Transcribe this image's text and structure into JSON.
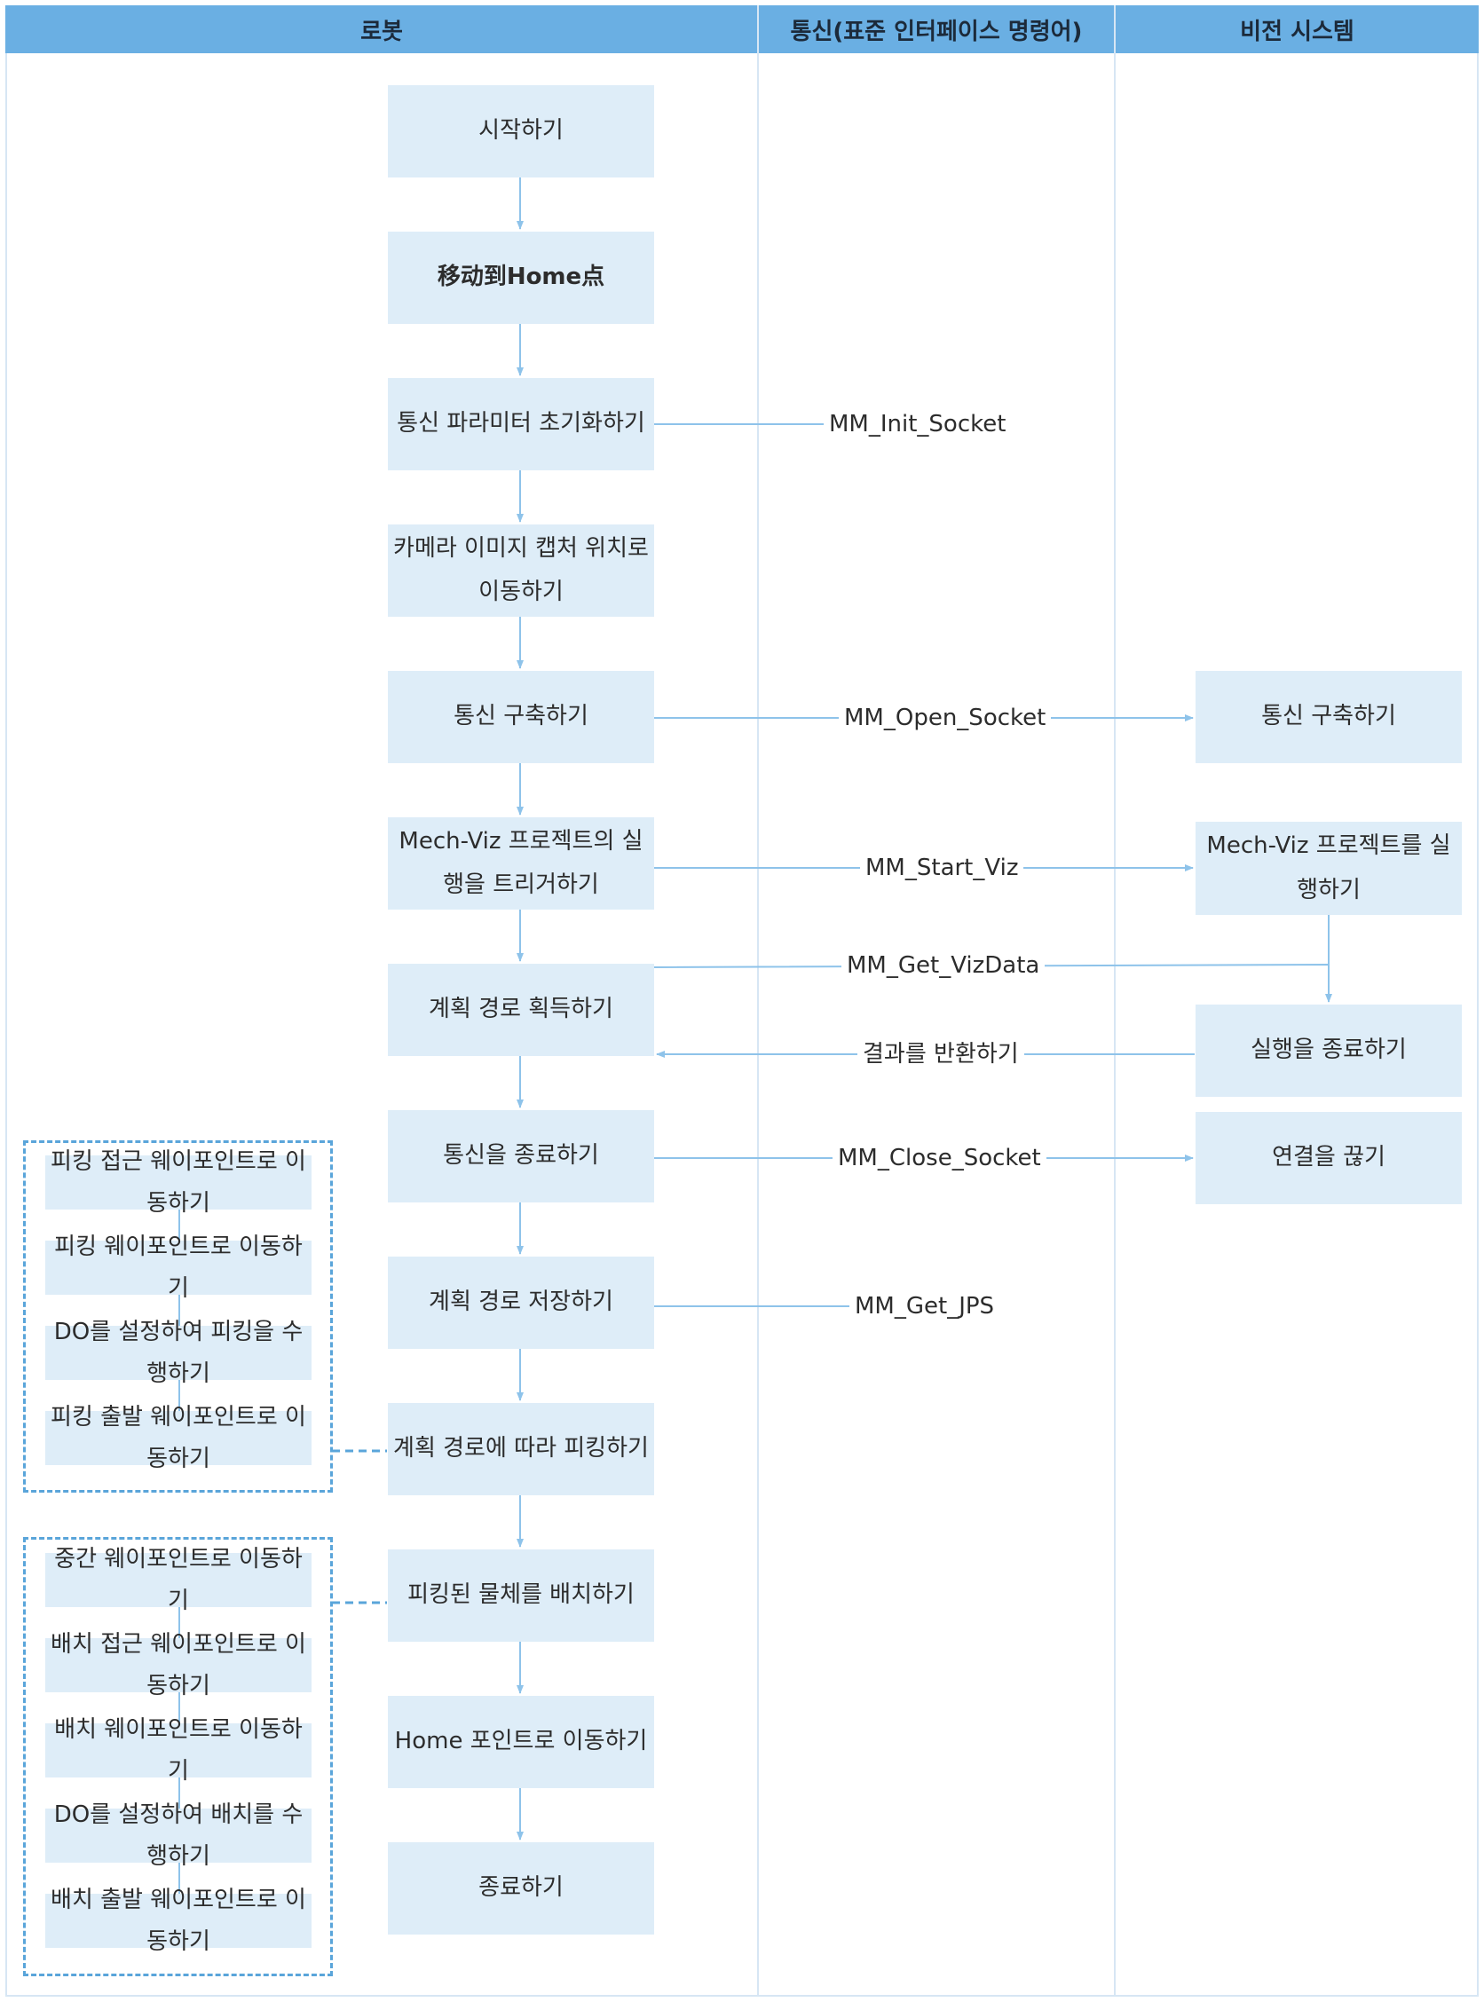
{
  "columns": {
    "robot": "로봇",
    "communication": "통신(표준 인터페이스 명령어)",
    "vision": "비전 시스템"
  },
  "robot_steps": [
    {
      "id": "start",
      "label": "시작하기"
    },
    {
      "id": "home",
      "label": "移动到Home点"
    },
    {
      "id": "init-params",
      "label": "통신 파라미터 초기화하기"
    },
    {
      "id": "capture-position",
      "label": "카메라 이미지 캡처 위치로 이동하기"
    },
    {
      "id": "open-comm",
      "label": "통신 구축하기"
    },
    {
      "id": "trigger-viz",
      "label": "Mech-Viz 프로젝트의 실행을 트리거하기"
    },
    {
      "id": "get-path",
      "label": "계획 경로 획득하기"
    },
    {
      "id": "close-comm",
      "label": "통신을 종료하기"
    },
    {
      "id": "save-path",
      "label": "계획 경로 저장하기"
    },
    {
      "id": "pick-along-path",
      "label": "계획 경로에 따라 피킹하기"
    },
    {
      "id": "place-picked",
      "label": "피킹된 물체를 배치하기"
    },
    {
      "id": "return-home",
      "label": "Home 포인트로 이동하기"
    },
    {
      "id": "end",
      "label": "종료하기"
    }
  ],
  "vision_steps": [
    {
      "id": "vision-open-comm",
      "label": "통신 구축하기"
    },
    {
      "id": "vision-run-viz",
      "label": "Mech-Viz 프로젝트를 실행하기"
    },
    {
      "id": "vision-finish",
      "label": "실행을 종료하기"
    },
    {
      "id": "vision-disconnect",
      "label": "연결을 끊기"
    }
  ],
  "messages": {
    "init_socket": "MM_Init_Socket",
    "open_socket": "MM_Open_Socket",
    "start_viz": "MM_Start_Viz",
    "get_vizdata": "MM_Get_VizData",
    "return_result": "결과를 반환하기",
    "close_socket": "MM_Close_Socket",
    "get_jps": "MM_Get_JPS"
  },
  "pick_substeps": [
    "피킹 접근 웨이포인트로 이동하기",
    "피킹 웨이포인트로 이동하기",
    "DO를 설정하여 피킹을 수행하기",
    "피킹 출발 웨이포인트로 이동하기"
  ],
  "place_substeps": [
    "중간 웨이포인트로 이동하기",
    "배치 접근 웨이포인트로 이동하기",
    "배치 웨이포인트로 이동하기",
    "DO를 설정하여 배치를 수행하기",
    "배치 출발 웨이포인트로 이동하기"
  ],
  "colors": {
    "header": "#6aafe3",
    "box": "#deedf8",
    "connector": "#8ec3ea",
    "group_border": "#5aa5da",
    "grid": "#d7e6f4"
  }
}
